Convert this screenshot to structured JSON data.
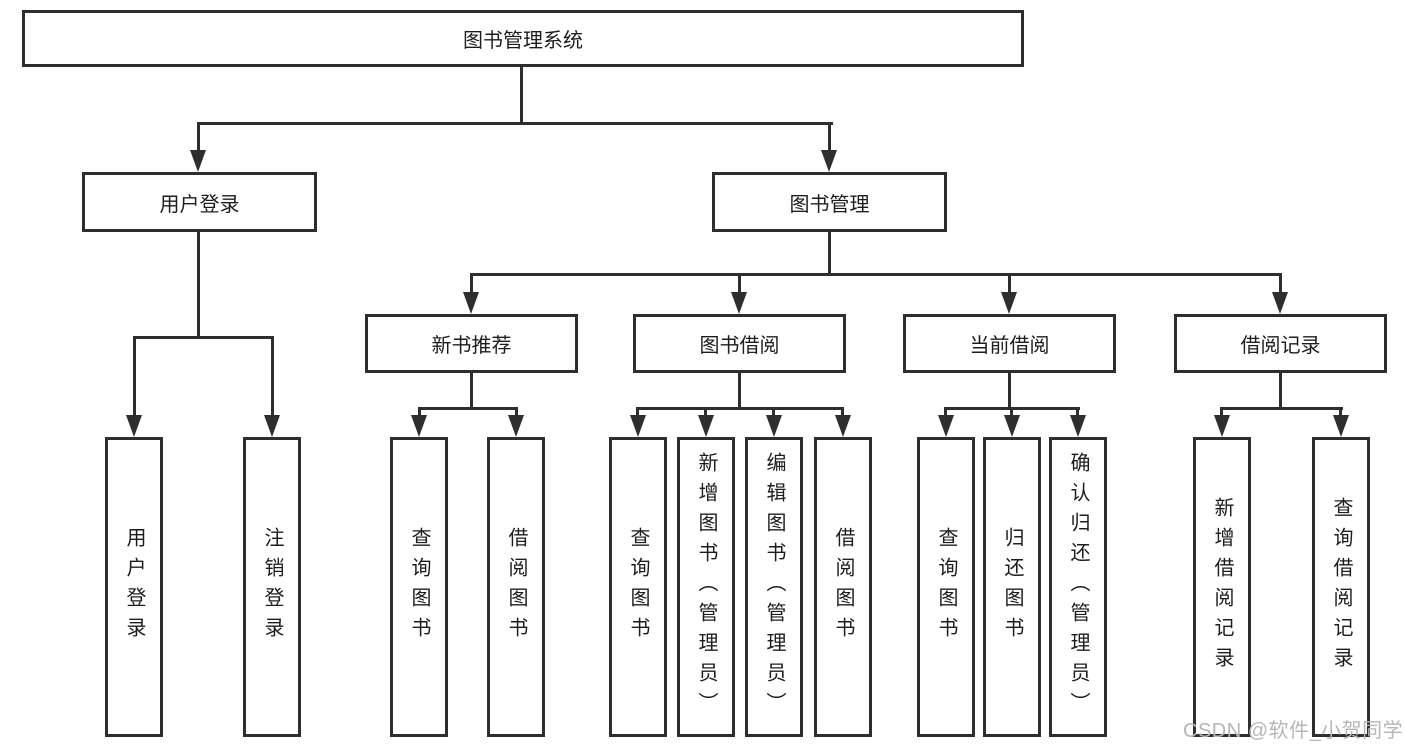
{
  "tree": {
    "label": "图书管理系统",
    "children": [
      {
        "label": "用户登录",
        "children": [
          {
            "label": "用户登录"
          },
          {
            "label": "注销登录"
          }
        ]
      },
      {
        "label": "图书管理",
        "children": [
          {
            "label": "新书推荐",
            "children": [
              {
                "label": "查询图书"
              },
              {
                "label": "借阅图书"
              }
            ]
          },
          {
            "label": "图书借阅",
            "children": [
              {
                "label": "查询图书"
              },
              {
                "label": "新增图书（管理员）"
              },
              {
                "label": "编辑图书（管理员）"
              },
              {
                "label": "借阅图书"
              }
            ]
          },
          {
            "label": "当前借阅",
            "children": [
              {
                "label": "查询图书"
              },
              {
                "label": "归还图书"
              },
              {
                "label": "确认归还（管理员）"
              }
            ]
          },
          {
            "label": "借阅记录",
            "children": [
              {
                "label": "新增借阅记录"
              },
              {
                "label": "查询借阅记录"
              }
            ]
          }
        ]
      }
    ]
  },
  "watermark": {
    "text": "CSDN @软件_小贺同学",
    "color": "#b4b7ba"
  },
  "colors": {
    "line": "#2e2e2e",
    "box_border": "#2e2e2e",
    "text": "#1d1d1d",
    "background": "#ffffff"
  }
}
